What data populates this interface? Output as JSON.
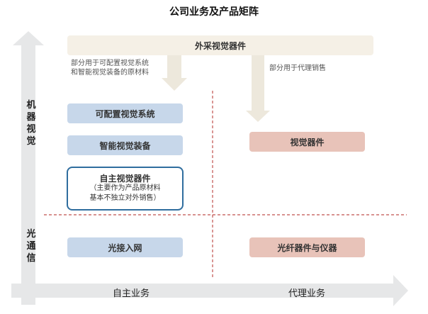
{
  "title": "公司业务及产品矩阵",
  "axes": {
    "y_upper": "机\n器\n视\n觉",
    "y_lower": "光\n通\n信",
    "x_left": "自主业务",
    "x_right": "代理业务"
  },
  "top_bar": "外采视觉器件",
  "notes": {
    "left": "部分用于可配置视觉系统\n和智能视觉装备的原材料",
    "right": "部分用于代理销售"
  },
  "boxes": {
    "configurable_vision": "可配置视觉系统",
    "smart_vision_equipment": "智能视觉装备",
    "own_vision_components_title": "自主视觉器件",
    "own_vision_components_sub": "（主要作为产品原材料\n基本不独立对外销售）",
    "optical_access": "光接入网",
    "vision_components": "视觉器件",
    "fiber_devices": "光纤器件与仪器"
  },
  "colors": {
    "blue_box": "#c7d7ea",
    "pink_box": "#e8c3b9",
    "beige_bar": "#f5f0e6",
    "arrow_gray": "#e6e7e8",
    "divider_red": "#c0504d",
    "outline_blue": "#2f6d9e"
  }
}
